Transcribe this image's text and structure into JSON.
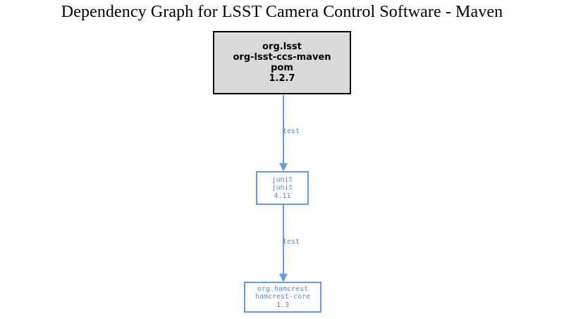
{
  "title": "Dependency Graph for LSST Camera Control Software - Maven",
  "colors": {
    "root_fill": "#d9d9d9",
    "root_border": "#000000",
    "dep_border": "#6699ee",
    "dep_text": "#5588dd",
    "edge": "#6699ee",
    "background": "#ffffff",
    "title_text": "#000000"
  },
  "graph": {
    "type": "dependency-graph",
    "nodes": [
      {
        "id": "root",
        "group_id": "org.lsst",
        "artifact_id": "org-lsst-ccs-maven",
        "packaging": "pom",
        "version": "1.2.7",
        "role": "root",
        "lines": [
          "org.lsst",
          "org-lsst-ccs-maven",
          "pom",
          "1.2.7"
        ]
      },
      {
        "id": "junit",
        "group_id": "junit",
        "artifact_id": "junit",
        "version": "4.11",
        "role": "dependency",
        "lines": [
          "junit",
          "junit",
          "4.11"
        ]
      },
      {
        "id": "hamcrest",
        "group_id": "org.hamcrest",
        "artifact_id": "hamcrest-core",
        "version": "1.3",
        "role": "dependency",
        "lines": [
          "org.hamcrest",
          "hamcrest-core",
          "1.3"
        ]
      }
    ],
    "edges": [
      {
        "id": "edge-root-junit",
        "from": "root",
        "to": "junit",
        "label": "test",
        "scope": "test"
      },
      {
        "id": "edge-junit-hamcrest",
        "from": "junit",
        "to": "hamcrest",
        "label": "test",
        "scope": "test"
      }
    ]
  }
}
